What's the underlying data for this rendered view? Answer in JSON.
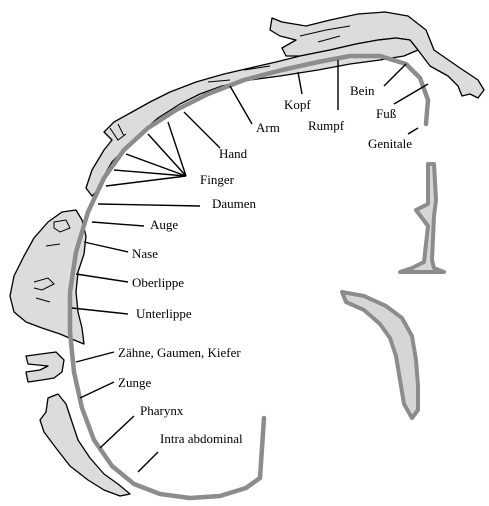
{
  "diagram": {
    "labels": {
      "kopf": "Kopf",
      "bein": "Bein",
      "fuss": "Fuß",
      "rumpf": "Rumpf",
      "arm": "Arm",
      "genitale": "Genitale",
      "hand": "Hand",
      "finger": "Finger",
      "daumen": "Daumen",
      "auge": "Auge",
      "nase": "Nase",
      "oberlippe": "Oberlippe",
      "unterlippe": "Unterlippe",
      "zaehne": "Zähne, Gaumen, Kiefer",
      "zunge": "Zunge",
      "pharynx": "Pharynx",
      "intra_abdominal": "Intra abdominal"
    },
    "colors": {
      "body_fill": "#dcdcdc",
      "cortex_stroke": "#8c8c8c",
      "line": "#000000"
    }
  }
}
